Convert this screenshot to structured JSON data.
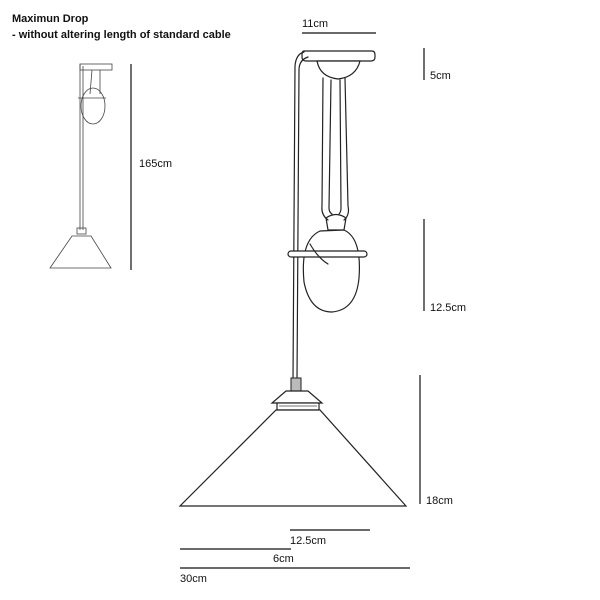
{
  "title": {
    "line1": "Maximun Drop",
    "line2": "- without altering length of standard cable"
  },
  "dimensions": {
    "max_drop": "165cm",
    "ceiling_width": "11cm",
    "ceiling_height": "5cm",
    "counterweight_height": "12.5cm",
    "shade_height": "18cm",
    "shade_top_width": "12.5cm",
    "shade_mid_width": "6cm",
    "shade_width": "30cm"
  }
}
